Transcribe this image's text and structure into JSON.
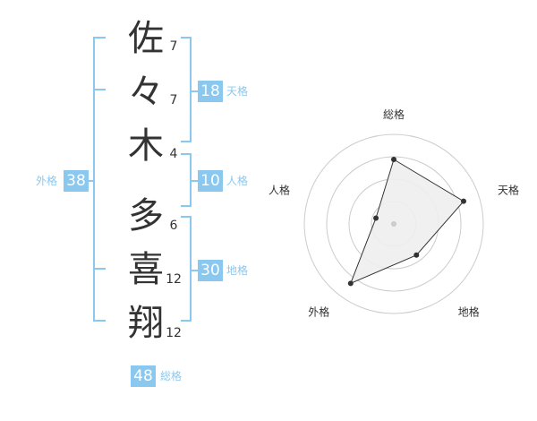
{
  "name_chars": [
    {
      "char": "佐",
      "strokes": "7"
    },
    {
      "char": "々",
      "strokes": "7"
    },
    {
      "char": "木",
      "strokes": "4"
    },
    {
      "char": "多",
      "strokes": "6"
    },
    {
      "char": "喜",
      "strokes": "12"
    },
    {
      "char": "翔",
      "strokes": "12"
    }
  ],
  "scores": {
    "tenkaku": {
      "value": "18",
      "label": "天格"
    },
    "jinkaku": {
      "value": "10",
      "label": "人格"
    },
    "chikaku": {
      "value": "30",
      "label": "地格"
    },
    "gaikaku": {
      "value": "38",
      "label": "外格"
    },
    "soukaku": {
      "value": "48",
      "label": "総格"
    }
  },
  "colors": {
    "accent": "#8ac8ef",
    "text": "#333333",
    "grid": "#cccccc",
    "radar_fill": "#eeeeee",
    "radar_line": "#333333"
  },
  "chart_data": {
    "type": "radar",
    "axes": [
      "総格",
      "天格",
      "地格",
      "外格",
      "人格"
    ],
    "values": [
      0.72,
      0.82,
      0.43,
      0.82,
      0.21
    ],
    "range": [
      0,
      1
    ],
    "rings": 4,
    "grid": true
  }
}
